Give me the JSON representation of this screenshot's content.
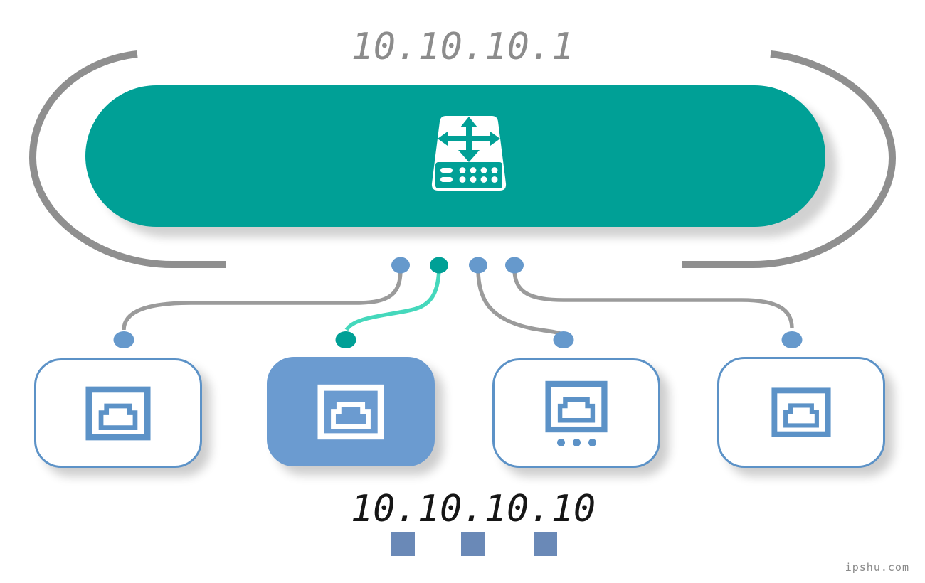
{
  "page": {
    "watermark": "ipshu.com"
  },
  "diagram": {
    "gateway": {
      "ip_label": "10.10.10.1",
      "icon": "network-switch"
    },
    "device": {
      "ip_label": "10.10.10.10"
    },
    "ports": [
      {
        "id": "port-1",
        "state": "normal"
      },
      {
        "id": "port-2",
        "state": "highlighted"
      },
      {
        "id": "port-3",
        "state": "normal",
        "has_ellipsis": true
      },
      {
        "id": "port-4",
        "state": "normal"
      }
    ],
    "colors": {
      "teal": "#00A096",
      "mint_link": "#45D8BC",
      "blue_dot": "#6699CC",
      "card_border_blue": "#5C92C7",
      "highlight_card_blue": "#6B9BD0",
      "square_blue": "#6A89B7",
      "arc_gray": "#8F8F8F",
      "link_gray": "#9B9B9B",
      "gateway_label_gray": "#8C8C8C",
      "device_label_dark": "#161616",
      "watermark_gray": "#8A8A8A"
    }
  }
}
